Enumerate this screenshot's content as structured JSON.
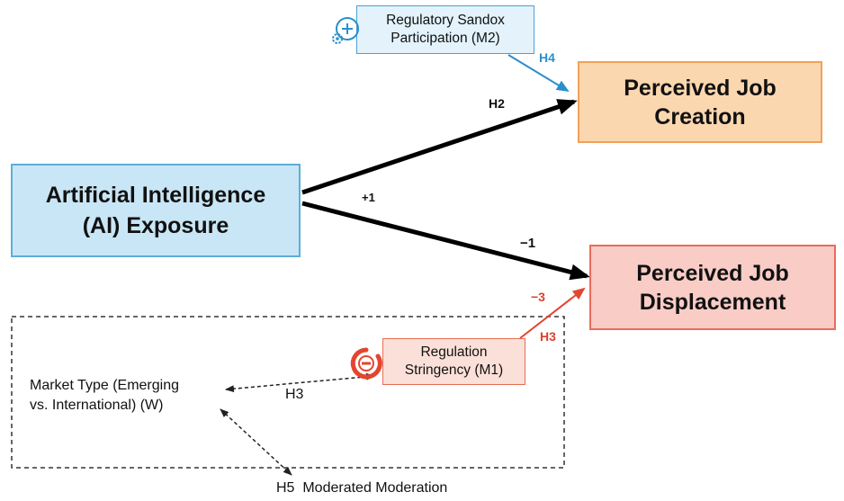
{
  "nodes": {
    "ai_exposure": {
      "line1": "Artificial Intelligence",
      "line2": "(AI) Exposure"
    },
    "job_creation": {
      "line1": "Perceived Job",
      "line2": "Creation"
    },
    "job_displacement": {
      "line1": "Perceived Job",
      "line2": "Displacement"
    },
    "m2": {
      "line1": "Regulatory Sandox",
      "line2": "Participation (M2)"
    },
    "m1": {
      "line1": "Regulation",
      "line2": "Stringency (M1)"
    },
    "market_type": {
      "line1": "Market Type (Emerging",
      "line2": "vs. International) (W)"
    }
  },
  "edges": {
    "h2": "H2",
    "plus_one": "+1",
    "minus_one": "−1",
    "h4": "H4",
    "minus_three": "−3",
    "h3_red": "H3",
    "h3_dashed": "H3",
    "h5": "H5  Moderated Moderation"
  },
  "icons": {
    "m2_icon": "plus-gear-icon",
    "m1_icon": "minus-circle-icon"
  },
  "colors": {
    "blue_accent": "#2c8fcc",
    "red_accent": "#d9432f",
    "arrow_black": "#000000"
  }
}
